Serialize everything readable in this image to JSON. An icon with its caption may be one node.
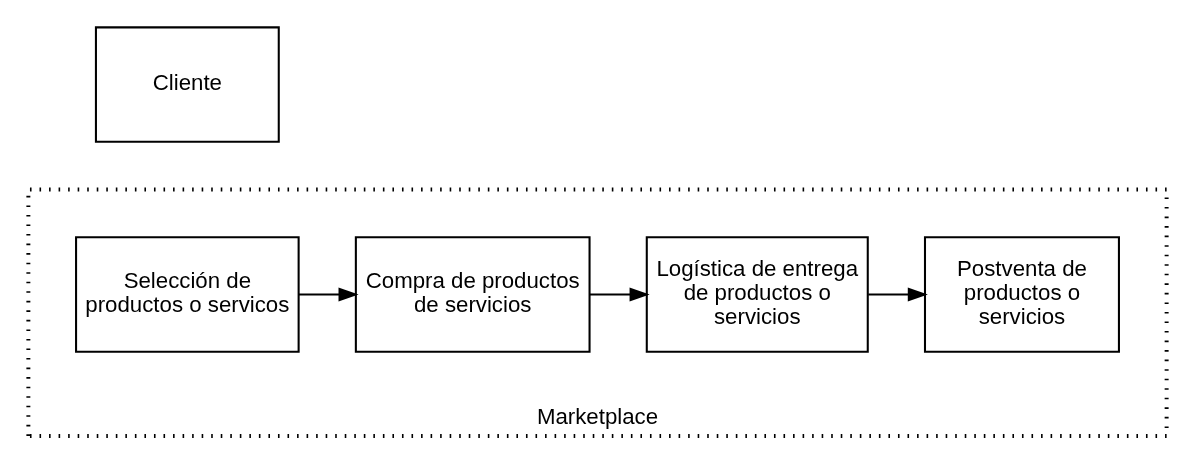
{
  "diagram": {
    "nodes": [
      {
        "text": [
          "Cliente"
        ]
      },
      {
        "text": [
          "Marketplace"
        ]
      },
      {
        "text": [
          "Selección de productos o servicos"
        ],
        "in": 1
      },
      {
        "text": [
          "Compra de productos de servicios"
        ],
        "in": 1
      },
      {
        "text": [
          "Logística de entrega de productos o servicios"
        ],
        "in": 1
      },
      {
        "text": [
          "Postventa de productos o servicios"
        ],
        "in": 1
      }
    ],
    "edges": [
      {
        "from": 2,
        "to": 3,
        "arrow": "to"
      },
      {
        "from": 3,
        "to": 4,
        "arrow": "to"
      },
      {
        "from": 4,
        "to": 5,
        "arrow": "to"
      }
    ]
  }
}
